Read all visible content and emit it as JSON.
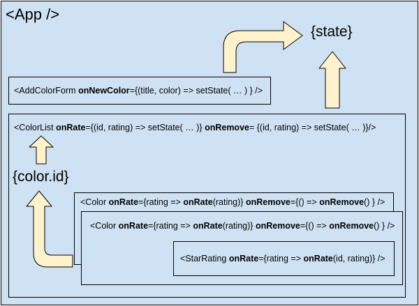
{
  "app": {
    "title": "<App />"
  },
  "state": {
    "label": "{state}"
  },
  "color_id": {
    "label": "{color.id}"
  },
  "add_color_form": {
    "tag": "<AddColorForm ",
    "prop1_name": "onNewColor",
    "prop1_value": "={(title, color) => setState( … ) } />"
  },
  "color_list": {
    "tag": "<ColorList ",
    "prop1_name": "onRate",
    "prop1_value": "={(id, rating) => setState( … )} ",
    "prop2_name": "onRemove",
    "prop2_value": "= {(id, rating) => setState( … )}/>"
  },
  "color_back": {
    "tag": "<Color ",
    "p1": "onRate",
    "v1": "={rating => ",
    "p2": "onRate",
    "v2": "(rating)} ",
    "p3": "onRemove",
    "v3": "={() => ",
    "p4": "onRemove",
    "v4": "() } />"
  },
  "color_front": {
    "tag": "<Color ",
    "p1": "onRate",
    "v1": "={rating => ",
    "p2": "onRate",
    "v2": "(rating)} ",
    "p3": "onRemove",
    "v3": "={() => ",
    "p4": "onRemove",
    "v4": "() } />"
  },
  "star_rating": {
    "tag": "<StarRating ",
    "p1": "onRate",
    "v1": "={rating => ",
    "p2": "onRate",
    "v2": "(id, rating)} />"
  },
  "colors": {
    "box_fill": "#cfe2f3",
    "arrow_fill": "#fff2cc",
    "border": "#000000"
  }
}
